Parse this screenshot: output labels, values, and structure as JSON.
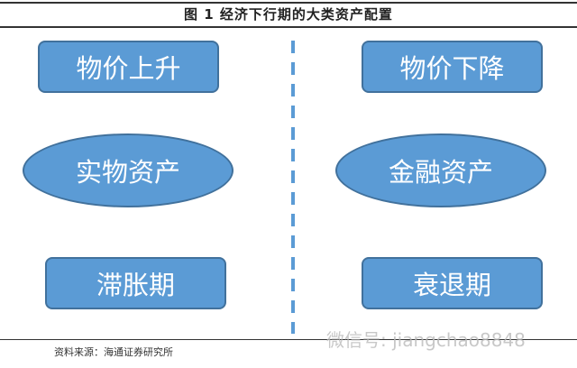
{
  "title": "图 1   经济下行期的大类资产配置",
  "left": {
    "top": "物价上升",
    "middle": "实物资产",
    "bottom": "滞胀期"
  },
  "right": {
    "top": "物价下降",
    "middle": "金融资产",
    "bottom": "衰退期"
  },
  "source": "资料来源：海通证券研究所",
  "watermark": "微信号: jiangchao8848",
  "colors": {
    "fill": "#5b9bd5",
    "border": "#41719c"
  }
}
